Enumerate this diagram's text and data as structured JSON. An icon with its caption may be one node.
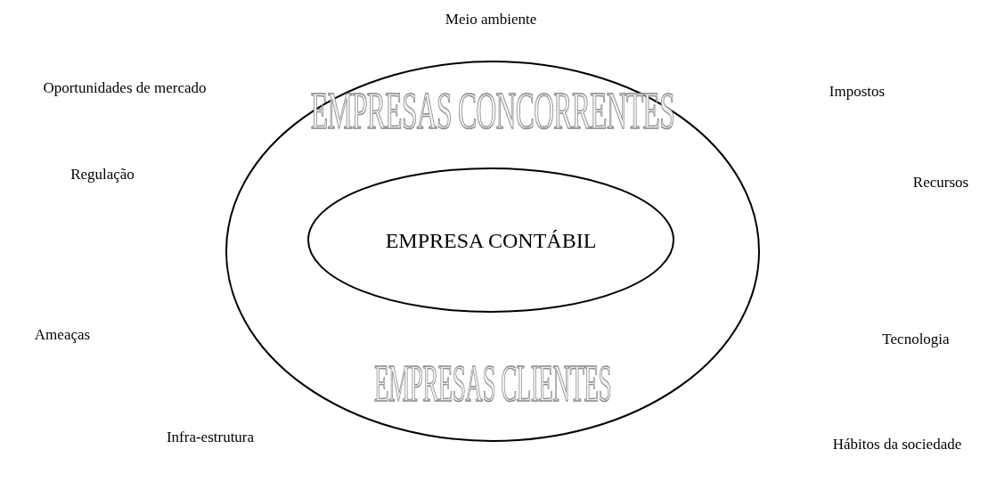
{
  "diagram": {
    "nodes": [
      {
        "text": [
          "EMPRESAS CONCORRENTES",
          "EMPRESAS CLIENTES"
        ]
      },
      {
        "text": [
          "EMPRESA CONTÁBIL"
        ],
        "in": 0
      }
    ],
    "labels": [
      "Meio ambiente",
      "Oportunidades de mercado",
      "Impostos",
      "Regulação",
      "Recursos",
      "Ameaças",
      "Tecnologia",
      "Infra-estrutura",
      "Hábitos da sociedade"
    ]
  }
}
